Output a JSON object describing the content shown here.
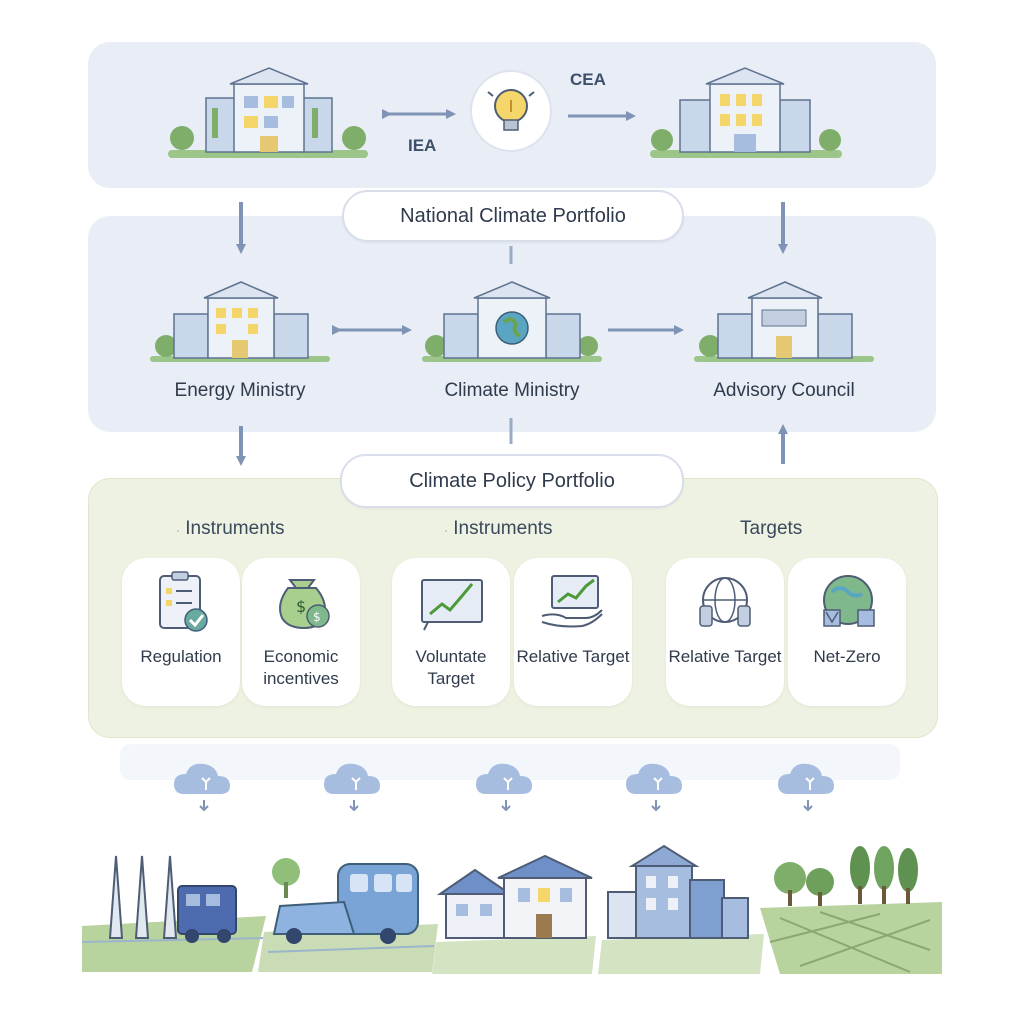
{
  "top": {
    "logo_left": "IEA",
    "logo_right": "CEA"
  },
  "pills": {
    "national": "National Climate Portfolio",
    "policy": "Climate Policy Portfolio"
  },
  "ministries": [
    {
      "label": "Energy Ministry"
    },
    {
      "label": "Climate Ministry"
    },
    {
      "label": "Advisory Council"
    }
  ],
  "sections": [
    {
      "label": "Instruments"
    },
    {
      "label": "Instruments"
    },
    {
      "label": "Targets"
    }
  ],
  "cards": [
    {
      "label": "Regulation",
      "icon": "clipboard-check-icon"
    },
    {
      "label": "Economic incentives",
      "icon": "money-bag-icon"
    },
    {
      "label": "Voluntate Target",
      "icon": "chart-board-icon"
    },
    {
      "label": "Relative Target",
      "icon": "hand-chart-icon"
    },
    {
      "label": "Relative Target",
      "icon": "globe-icon"
    },
    {
      "label": "Net-Zero",
      "icon": "earth-icon"
    }
  ],
  "scenes": [
    {
      "icon": "power-plant-icon"
    },
    {
      "icon": "transport-icon"
    },
    {
      "icon": "houses-icon"
    },
    {
      "icon": "buildings-icon"
    },
    {
      "icon": "forest-icon"
    }
  ],
  "colors": {
    "panel_blue": "#e8edf6",
    "panel_green": "#eef2e2",
    "arrow": "#7f93b5",
    "building": "#a9b8cf",
    "accent_yellow": "#f5d66b",
    "leaf": "#7fae6a"
  }
}
